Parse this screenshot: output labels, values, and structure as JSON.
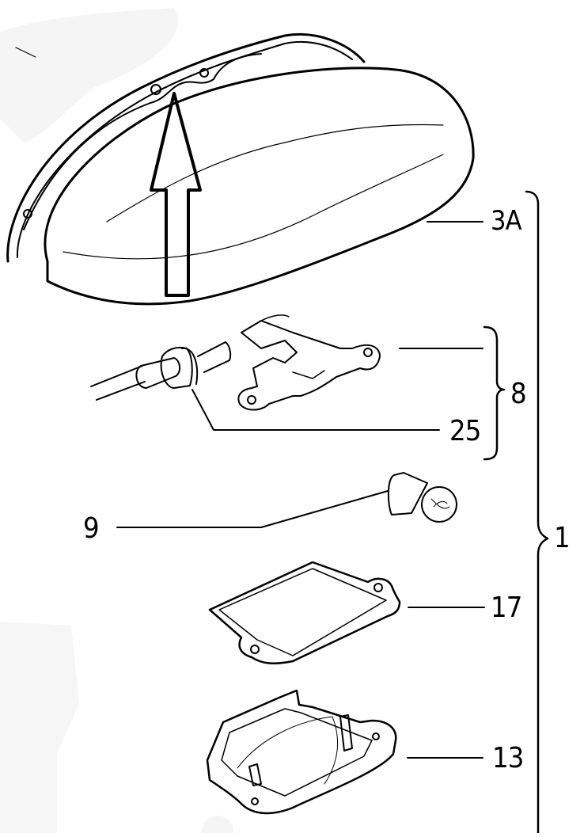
{
  "diagram": {
    "type": "exploded-parts-view",
    "colors": {
      "ink": "#000000",
      "paper": "#ffffff",
      "smudge": "#e8e8e8"
    },
    "callouts": [
      {
        "id": "3A",
        "label": "3A",
        "part": "lamp-cover"
      },
      {
        "id": "8",
        "label": "8",
        "part": "bulb-holder-group"
      },
      {
        "id": "25",
        "label": "25",
        "part": "cable-grommet"
      },
      {
        "id": "9",
        "label": "9",
        "part": "bulb"
      },
      {
        "id": "17",
        "label": "17",
        "part": "gasket"
      },
      {
        "id": "13",
        "label": "13",
        "part": "lamp-housing"
      },
      {
        "id": "1",
        "label": "1",
        "part": "complete-lamp-assembly"
      }
    ]
  }
}
